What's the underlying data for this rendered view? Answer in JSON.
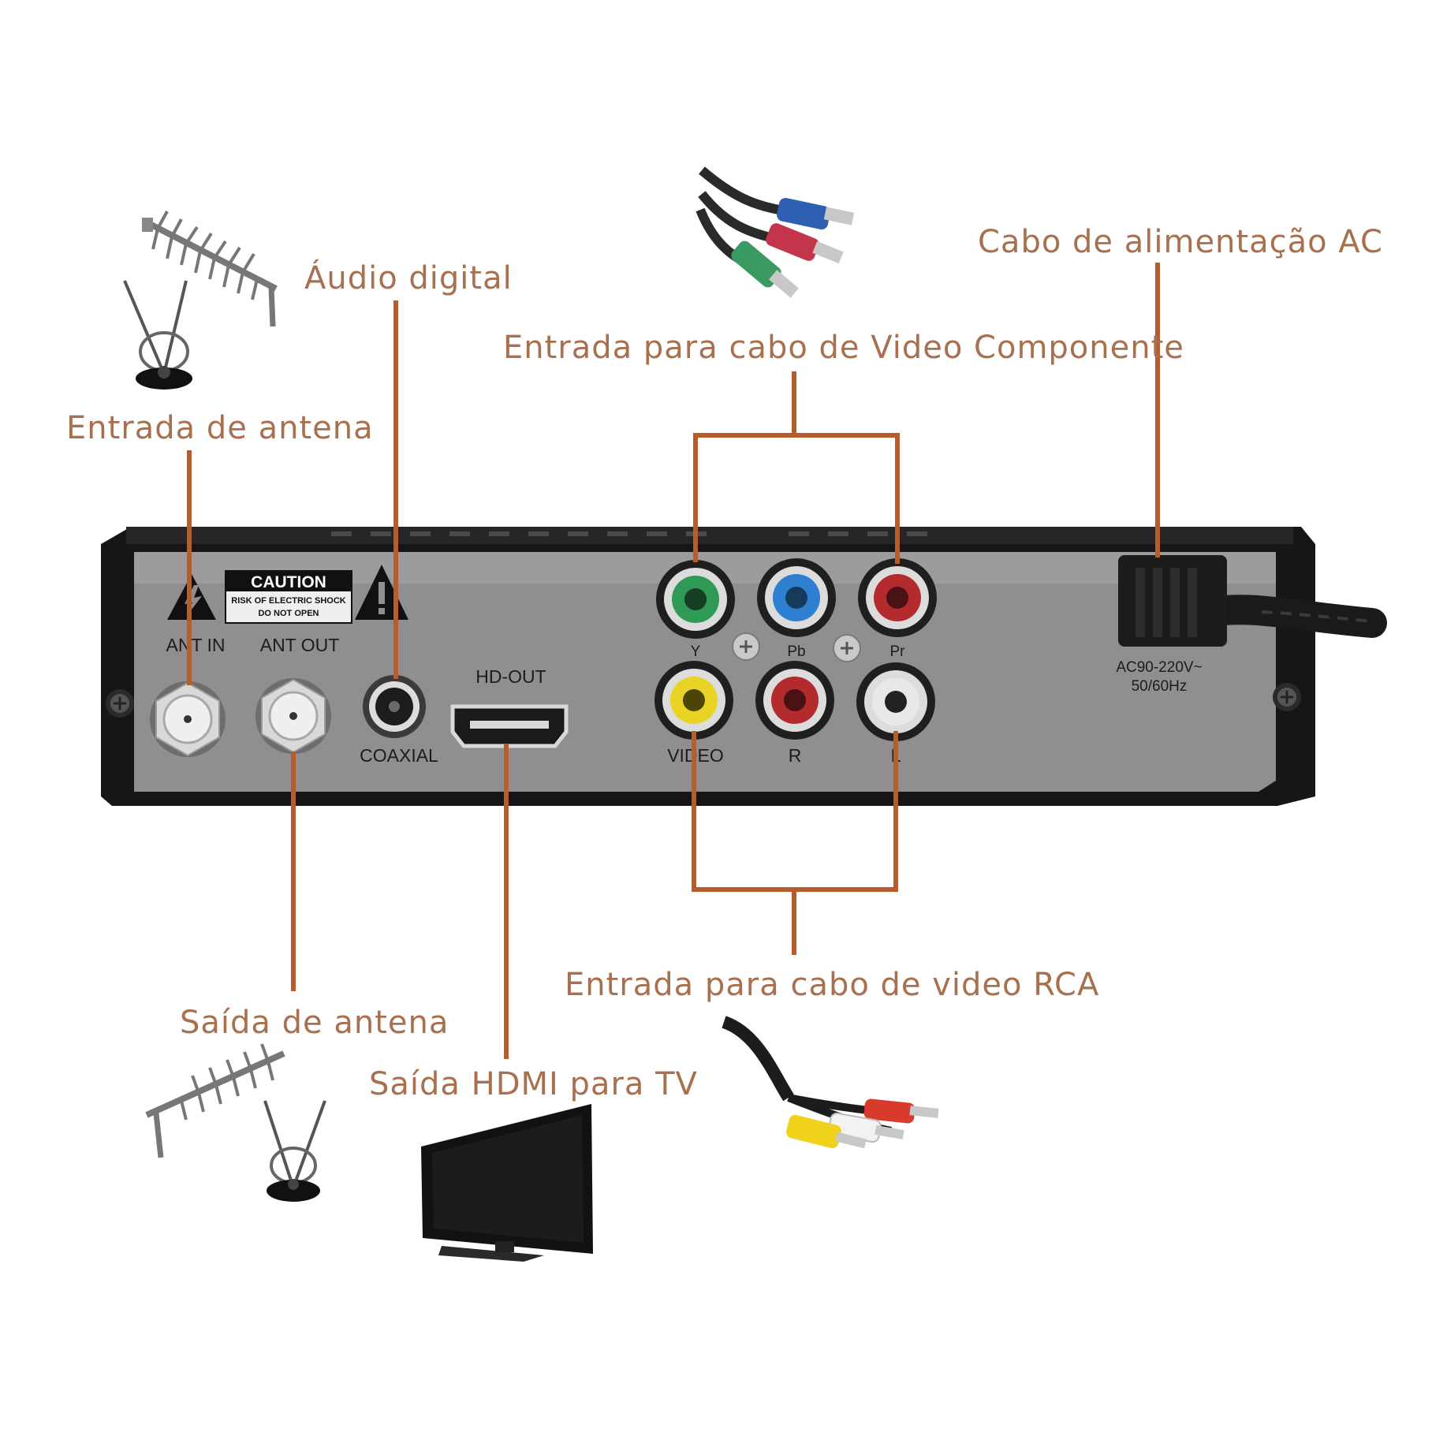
{
  "colors": {
    "callout": "#b85c2e",
    "callout_text": "#a8704e",
    "panel": "#8f8f8f",
    "frame": "#161616",
    "jack_green": "#2f9a55",
    "jack_blue": "#2f7fd0",
    "jack_red": "#b42b2e",
    "jack_yellow": "#e8d224",
    "jack_white": "#e8e8e8"
  },
  "callouts": {
    "antenna_in": "Entrada de antena",
    "digital_audio": "Áudio digital",
    "component_video": "Entrada para cabo de Video Componente",
    "ac_power": "Cabo de alimentação AC",
    "antenna_out": "Saída de antena",
    "hdmi_out": "Saída HDMI para TV",
    "rca_video": "Entrada para cabo de video RCA"
  },
  "panel": {
    "caution_title": "CAUTION",
    "caution_line1": "RISK OF ELECTRIC SHOCK",
    "caution_line2": "DO NOT OPEN",
    "ant_in": "ANT IN",
    "ant_out": "ANT OUT",
    "coaxial": "COAXIAL",
    "hd_out": "HD-OUT",
    "y": "Y",
    "pb": "Pb",
    "pr": "Pr",
    "video": "VIDEO",
    "r": "R",
    "l": "L",
    "power_line1": "AC90-220V~",
    "power_line2": "50/60Hz"
  },
  "icons": [
    "antenna-icon",
    "tv-icon",
    "component-cable-icon",
    "rca-cable-icon",
    "warning-icon",
    "power-cord-icon"
  ]
}
